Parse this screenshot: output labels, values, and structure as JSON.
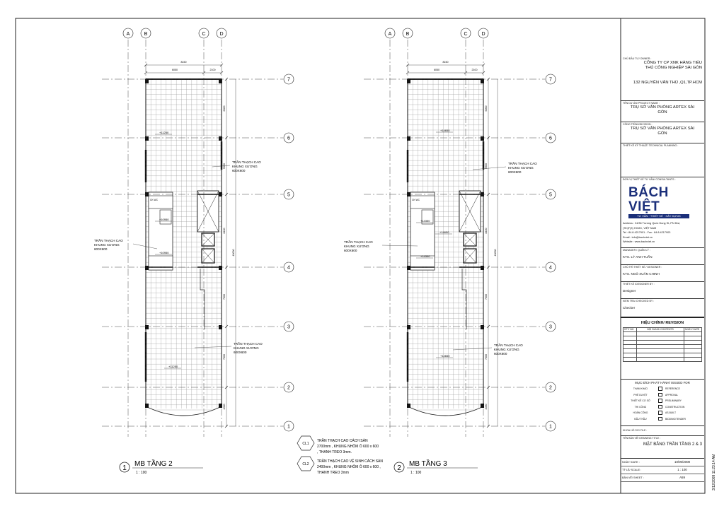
{
  "plans": [
    {
      "title": "MB TẦNG 2",
      "number": "1",
      "scale": "1 : 100",
      "grid_cols": [
        "A",
        "B",
        "C",
        "D"
      ],
      "grid_rows": [
        "7",
        "6",
        "5",
        "4",
        "3",
        "2",
        "1"
      ],
      "dims_top_total": "8150",
      "dims_top_parts": [
        "6050",
        "2100"
      ],
      "dims_right": [
        "6000",
        "5900",
        "8400",
        "7000",
        "7000",
        "4000"
      ],
      "dim_total": "40000",
      "levels": [
        "+11250",
        "+10950",
        "+10950",
        "+11250"
      ],
      "wc_label": "CK WC",
      "notes": [
        {
          "lines": [
            "TRẦN THẠCH CAO",
            "KHUNG XƯƠNG",
            "600X600"
          ]
        },
        {
          "lines": [
            "TRẦN THẠCH CAO",
            "KHUNG XƯƠNG",
            "600X600"
          ]
        },
        {
          "lines": [
            "TRẦN THẠCH CAO",
            "KHUNG XƯƠNG",
            "600X600"
          ]
        }
      ]
    },
    {
      "title": "MB TẦNG 3",
      "number": "2",
      "scale": "1 : 100",
      "grid_cols": [
        "A",
        "B",
        "C",
        "D"
      ],
      "grid_rows": [
        "7",
        "6",
        "5",
        "4",
        "3",
        "2",
        "1"
      ],
      "dims_top_total": "8150",
      "dims_top_parts": [
        "6050",
        "2100"
      ],
      "dims_right": [
        "6000",
        "5900",
        "8400",
        "7000",
        "7000",
        "4000"
      ],
      "dim_total": "40000",
      "levels": [
        "+14650",
        "+14350",
        "+14650",
        "+14350",
        "+14650"
      ],
      "wc_label": "CK WC",
      "notes": [
        {
          "lines": [
            "TRẦN THẠCH CAO",
            "KHUNG XƯƠNG",
            "600X600"
          ]
        },
        {
          "lines": [
            "TRẦN THẠCH CAO",
            "KHUNG XƯƠNG",
            "600X600"
          ]
        },
        {
          "lines": [
            "TRẦN THẠCH CAO",
            "KHUNG XƯƠNG",
            "600X600"
          ]
        }
      ]
    }
  ],
  "legend": [
    {
      "tag": "CL1",
      "lines": [
        "TRẦN THẠCH CAO CÁCH SÀN",
        "2700mm , KHUNG NHÔM Ô 600 x 600",
        ", THANH TREO 3mm."
      ]
    },
    {
      "tag": "CL2",
      "lines": [
        "TRẦN THẠCH CAO VỆ SINH CÁCH SÀN",
        "2400mm , KHUNG NHÔM Ô 600 x 600 ,",
        "THANH TREO 3mm"
      ]
    }
  ],
  "title_block": {
    "owner_label": "CHỦ ĐẦU TƯ/ OWNER :",
    "owner_lines": [
      "CÔNG TY CP XNK HÀNG TIỂU",
      "THỦ CÔNG NGHIỆP SÀI GÒN"
    ],
    "owner_address": "132 NGUYỄN VĂN THỦ ,Q1,TP.HCM",
    "project_label": "TÊN DỰ ÁN/ PROJECT NAME :",
    "project_lines": [
      "TRỤ SỞ VĂN PHÒNG ARTEX SÀI",
      "GÒN"
    ],
    "division_label": "CÔNG TRÌNH/DIVISION :",
    "division_lines": [
      "TRỤ SỞ VĂN PHÒNG ARTEX SÀI",
      "GÒN"
    ],
    "planning_label": "THIẾT KẾ KỸ THUẬT/ TECHNICAL PLANNING :",
    "consultant_label": "ĐƠN VỊ THIẾT KẾ TƯ VẤN/ CONSULTANTS :",
    "logo_text": "BÁCH VIỆT",
    "logo_tagline": "TƯ VẤN · THIẾT KẾ · XÂY DỰNG",
    "address_lines": [
      "Address : 24/36  Trương Quốc Dung St.,PN Dist,",
      "(7th)F(3)                HCMC, VIỆT NAM",
      "Tel : 84.8.4217901 - Fax : 84.8.4217903",
      "Email : info@bachviet.vn",
      "Website : www.bachviet.vn"
    ],
    "people": [
      {
        "label": "MANAGER / QUẢN LÝ :",
        "value": "KTS. LÝ ANH TUẤN"
      },
      {
        "label": "CHỦ TRÌ THIẾT KẾ / DESIGNER :",
        "value": "KTS. NGÔ XUÂN CHINH"
      },
      {
        "label": "THIẾT KẾ /DESIGNER BY :",
        "value": "Designer"
      },
      {
        "label": "KIỂM TRA/ CHECKED BY :",
        "value": "Checker"
      }
    ],
    "revision_title": "HIỆU CHỈNH/ REVISION",
    "revision_headers": [
      "STT/ NO",
      "NỘI DUNG/ CONTENTS",
      "NGÀY/ DATE"
    ],
    "issued_title": "MỤC ĐÍCH PHÁT HÀNH/ ISSUED FOR",
    "issued": [
      {
        "vn": "THAM KHẢO",
        "en": "REFERENCE"
      },
      {
        "vn": "PHÊ DUYỆT",
        "en": "APPROVAL"
      },
      {
        "vn": "THIẾT KẾ CƠ SỞ",
        "en": "PRELIMINARY"
      },
      {
        "vn": "THI CÔNG",
        "en": "CONSTRUCTION"
      },
      {
        "vn": "HOÀN CÔNG",
        "en": "AS-BUILT"
      },
      {
        "vn": "ĐẤU THẦU",
        "en": "BIDDING/TENDER"
      }
    ],
    "drawing_no_label": "KHOA HỒ SƠ/ FILE :",
    "drawing_title_label": "TÊN BẢN VẼ/ DRAWING TITLE :",
    "drawing_title": "MẶT BẰNG TRẦN TẦNG 2 & 3",
    "info": [
      {
        "label": "NGÀY/ DATE :",
        "value": "10/06/2008"
      },
      {
        "label": "TỶ LỆ/ SCALE :",
        "value": "1 : 100"
      },
      {
        "label": "BẢN VẼ/ SHEET :",
        "value": "A59"
      }
    ],
    "timestamp": "3/12/2009 11:23:14 AM"
  }
}
